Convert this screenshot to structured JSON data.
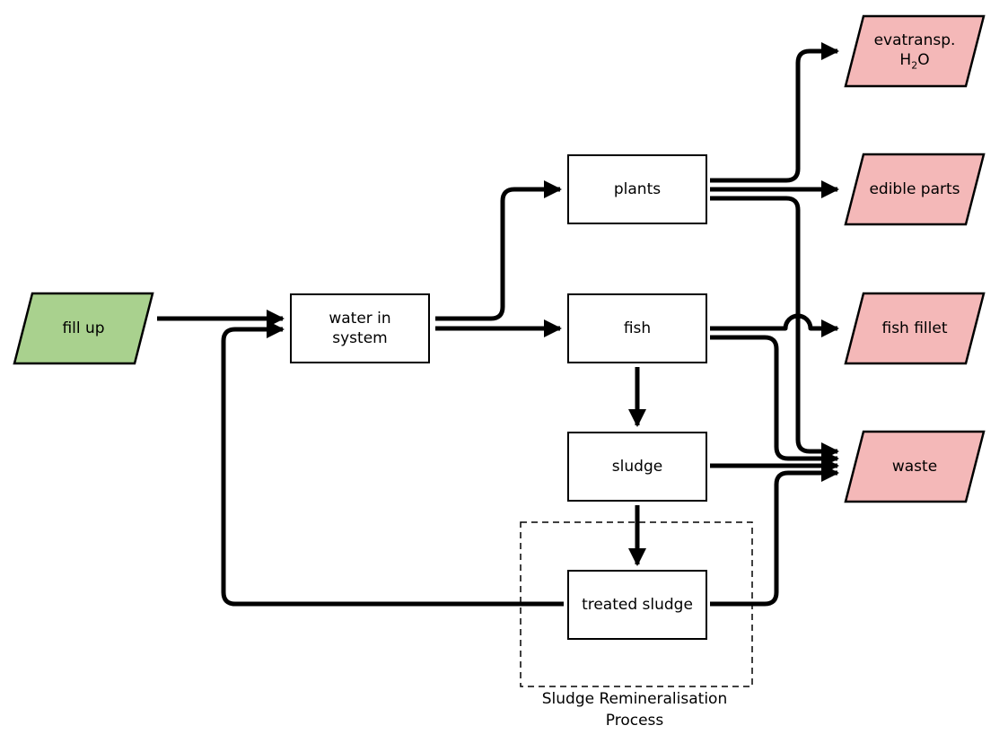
{
  "inputs": {
    "fill_up": "fill up"
  },
  "processes": {
    "water_in_system": [
      "water in",
      "system"
    ],
    "plants": "plants",
    "fish": "fish",
    "sludge": "sludge",
    "treated_sludge": "treated sludge"
  },
  "outputs": {
    "evatransp": {
      "line1": "evatransp.",
      "h": "H",
      "sub": "2",
      "o": "O"
    },
    "edible_parts": "edible parts",
    "fish_fillet": "fish fillet",
    "waste": "waste"
  },
  "group": {
    "caption": [
      "Sludge Remineralisation",
      "Process"
    ]
  },
  "colors": {
    "input_fill": "#a9d18e",
    "output_fill": "#f4b8b8",
    "stroke": "#000000"
  }
}
